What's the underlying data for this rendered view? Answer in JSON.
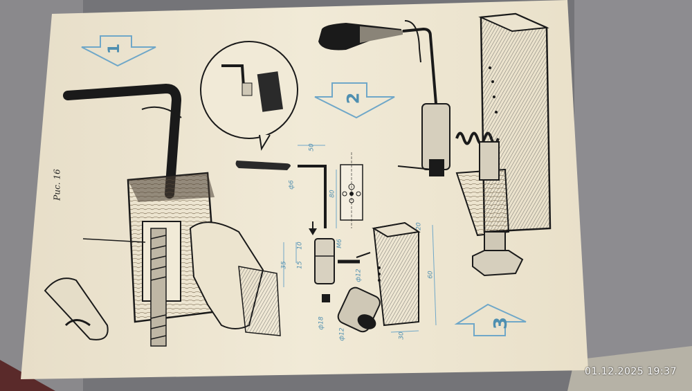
{
  "figure": {
    "caption": "Рис. 16",
    "arrows": [
      "1",
      "2",
      "3"
    ],
    "dims": {
      "d50": "50",
      "d6": "ф6",
      "d80": "80",
      "d10": "10",
      "d15": "15",
      "d35": "35",
      "m6": "М6",
      "d12a": "ф12",
      "d18": "ф18",
      "d12b": "ф12",
      "d20": "20",
      "d60": "60",
      "d30": "30"
    }
  },
  "timestamp": "01.12.2025  19:37",
  "colors": {
    "paper": "#efe7d2",
    "ink": "#1c1c1c",
    "blue": "#5b93b5",
    "wood": "#c8b48a",
    "background": "#6f6f72"
  }
}
